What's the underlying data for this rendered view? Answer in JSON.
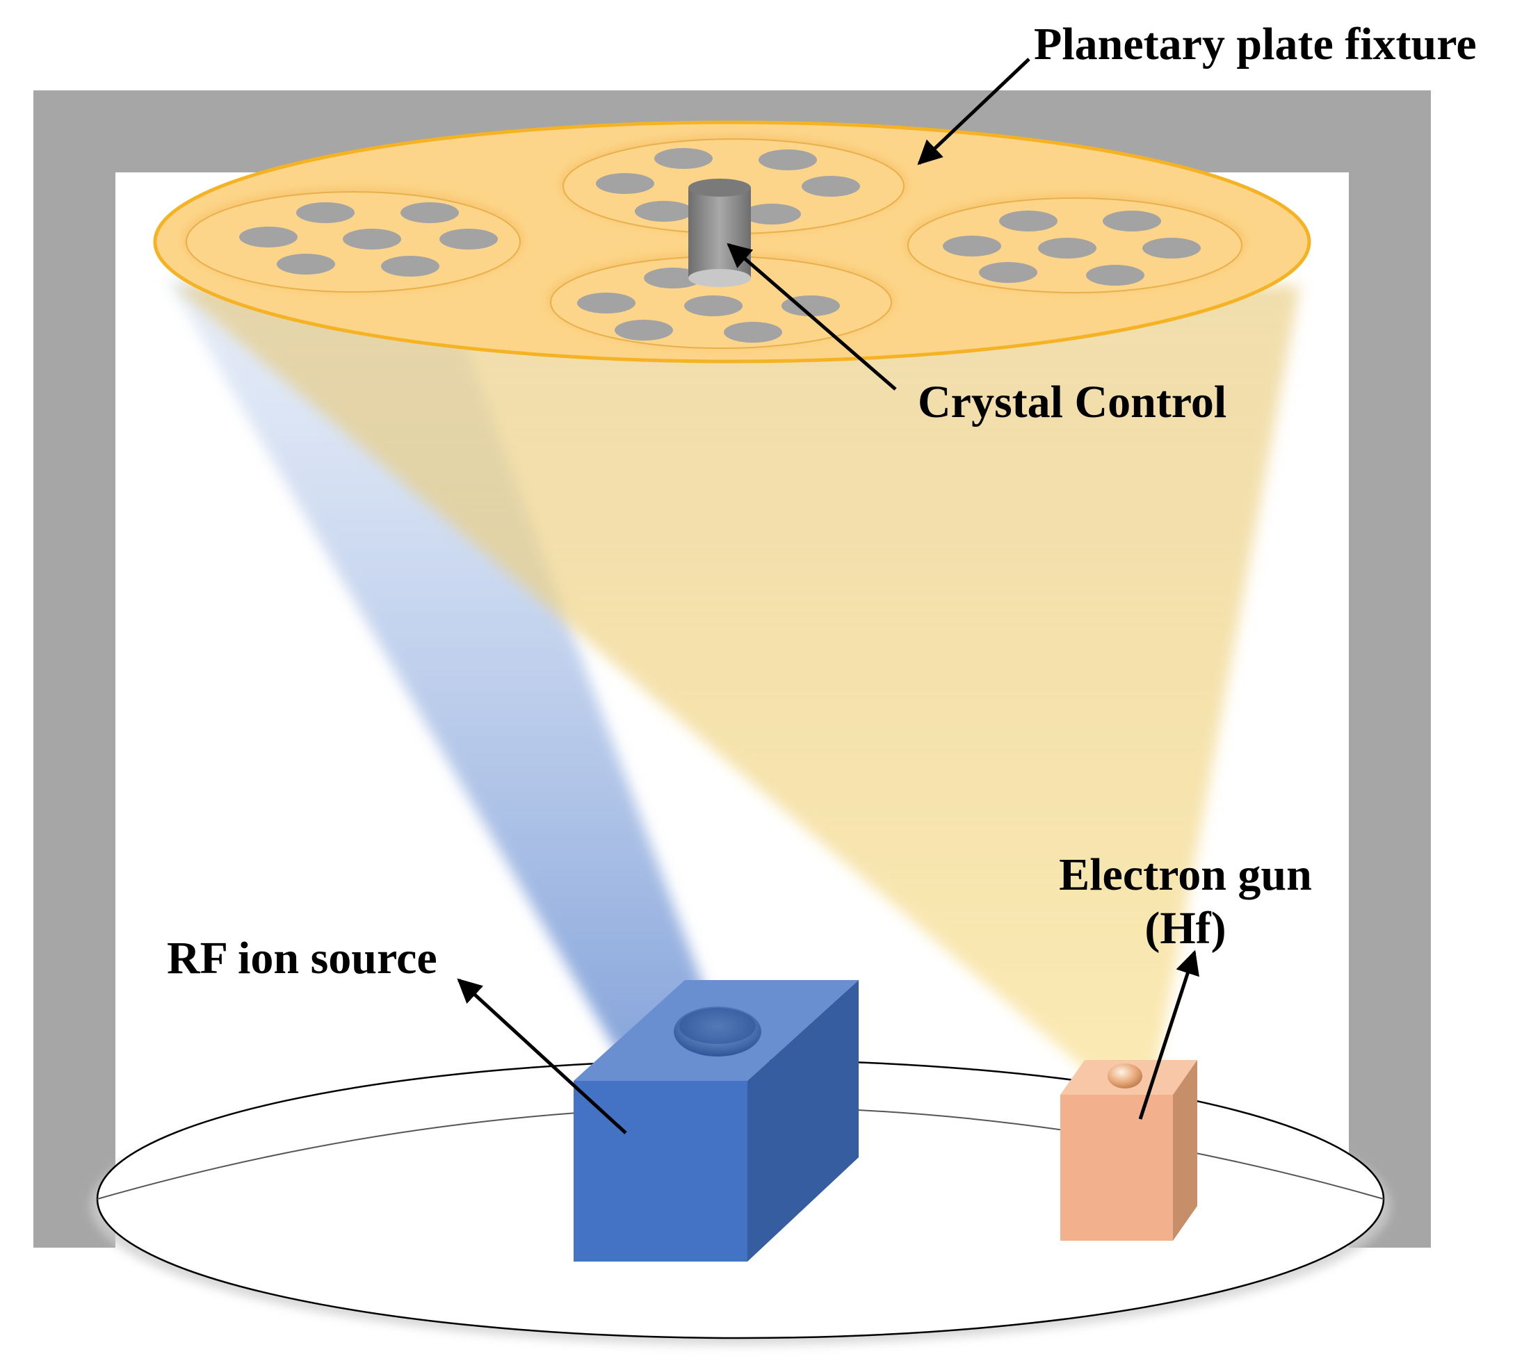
{
  "labels": {
    "planetary": "Planetary plate fixture",
    "crystal": "Crystal Control",
    "electron_gun_line1": "Electron gun",
    "electron_gun_line2": "(Hf)",
    "rf_ion": "RF ion source"
  },
  "colors": {
    "frame": "#a6a6a6",
    "plate_fill": "#fdd58a",
    "plate_edge": "#f5b324",
    "hole": "#a3a3a3",
    "ion_beam": "#7f9fd8",
    "evap_beam": "#f7d67a",
    "ion_source_front": "#4472c4",
    "ion_source_side": "#365d9f",
    "ion_source_top": "#6a8fd0",
    "gun_front": "#f2b08c",
    "gun_side": "#c68f6a",
    "gun_top": "#f7c7a8",
    "crystal": "#888888",
    "arrow": "#000000"
  }
}
